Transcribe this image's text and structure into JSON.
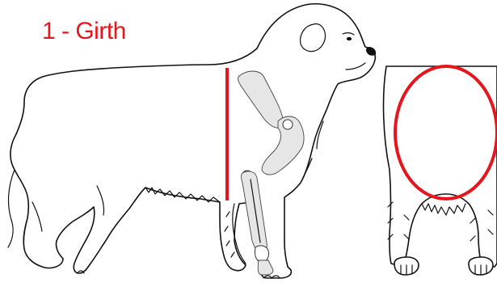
{
  "title": "1 - Girth",
  "colors": {
    "accent": "#e8141c",
    "outline": "#111111",
    "background": "#ffffff"
  },
  "figures": {
    "side_view": "dog-side-view",
    "front_view": "dog-front-view",
    "skeleton": "front-leg-skeleton"
  }
}
